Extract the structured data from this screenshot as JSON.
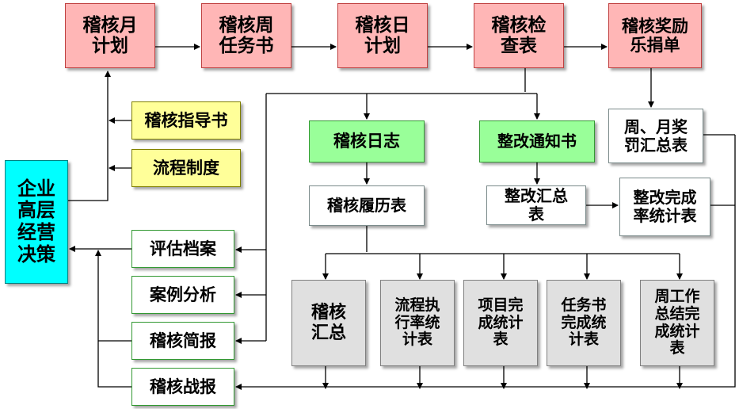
{
  "top_row": {
    "monthly_plan": "稽核月\n计划",
    "weekly_task": "稽核周\n任务书",
    "daily_plan": "稽核日\n计划",
    "checklist": "稽核检\n查表",
    "reward_list": "稽核奖励\n乐捐单"
  },
  "guides": {
    "guide_book": "稽核指导书",
    "process_system": "流程制度"
  },
  "decision": "企业\n高层\n经营\n决策",
  "reports": {
    "evaluation_archive": "评估档案",
    "case_analysis": "案例分析",
    "brief_report": "稽核简报",
    "battle_report": "稽核战报"
  },
  "middle": {
    "audit_log": "稽核日志",
    "audit_record": "稽核履历表",
    "rectify_notice": "整改通知书",
    "rectify_summary": "整改汇总\n表",
    "rectify_completion": "整改完成\n率统计表",
    "reward_penalty": "周、月奖\n罚汇总表"
  },
  "bottom_row": {
    "audit_summary": "稽核\n汇总",
    "process_rate": "流程执\n行率统\n计表",
    "project_completion": "项目完\n成统计\n表",
    "task_completion": "任务书\n完成统\n计表",
    "weekly_summary": "周工作\n总结完\n成统计\n表"
  },
  "colors": {
    "pink": "#FFB6B6",
    "yellow": "#FFFF99",
    "cyan": "#00FFFF",
    "green": "#99FF99",
    "gray": "#E0E0E0"
  }
}
